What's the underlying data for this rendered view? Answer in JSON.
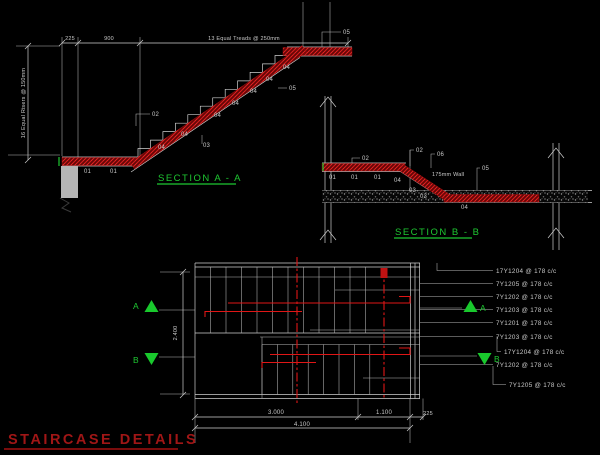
{
  "drawing_title": "STAIRCASE  DETAILS",
  "colors": {
    "background": "#000000",
    "line": "#cfcfcf",
    "rebar_red": "#e01616",
    "hatch_red": "#e32222",
    "section_green": "#1ec832",
    "title_red": "#a01616",
    "wall_grey": "#b5b5b5"
  },
  "section_aa": {
    "title": "SECTION  A - A",
    "dim_top_left": "225",
    "dim_top_mid": "900",
    "dim_top_treads": "13 Equal Treads @ 250mm",
    "dim_left_risers": "16 Equal Risers @ 150mm",
    "labels": [
      "01",
      "01",
      "02",
      "04",
      "04",
      "03",
      "04",
      "04",
      "04",
      "04",
      "04",
      "05",
      "05"
    ]
  },
  "section_bb": {
    "title": "SECTION  B - B",
    "wall_note": "175mm Wall",
    "labels": [
      "02",
      "02",
      "06",
      "05",
      "01",
      "01",
      "01",
      "04",
      "03",
      "03",
      "04"
    ]
  },
  "plan": {
    "marker_a": "A",
    "marker_b": "B",
    "dim_height": "2.400",
    "dim_w1": "3.000",
    "dim_w2": "1.100",
    "dim_w3": "225",
    "dim_total": "4.100",
    "rebar_labels": [
      "17Y1204 @ 178 c/c",
      "7Y1205 @ 178 c/c",
      "7Y1202 @ 178 c/c",
      "7Y1203 @ 178 c/c",
      "7Y1201 @ 178 c/c",
      "7Y1203 @ 178 c/c",
      "17Y1204 @ 178 c/c",
      "7Y1202 @ 178 c/c",
      "7Y1205 @ 178 c/c"
    ]
  }
}
